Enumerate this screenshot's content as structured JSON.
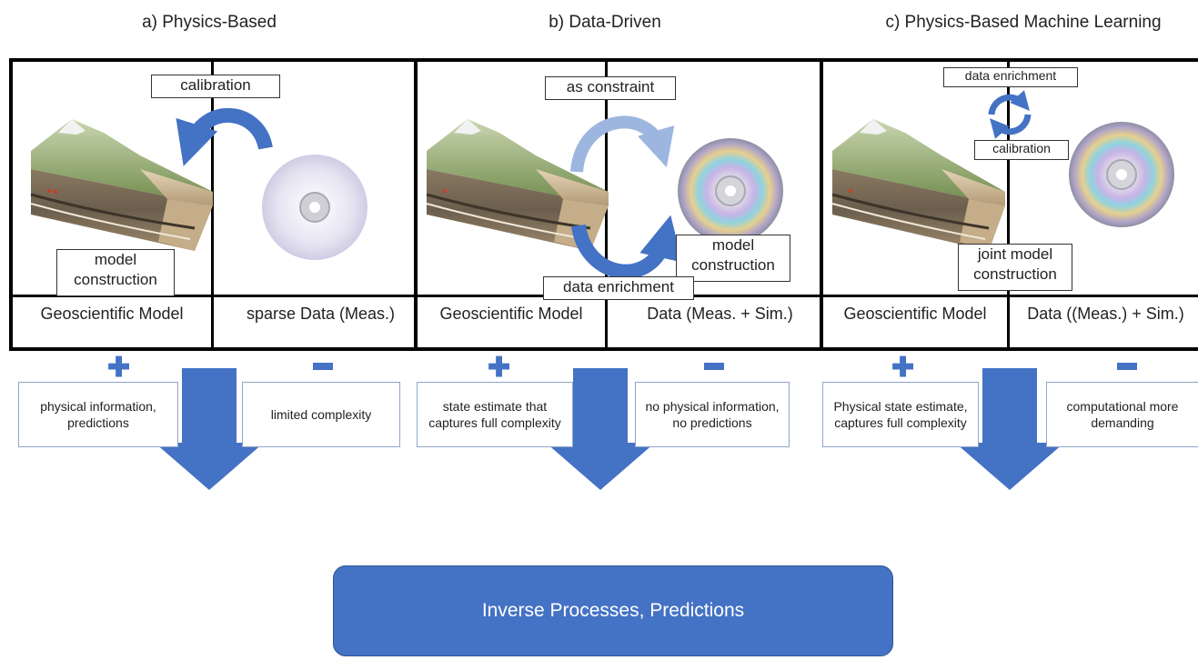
{
  "panels": [
    {
      "title": "a) Physics-Based",
      "label_top": "calibration",
      "label_bottom": "model construction",
      "left_footer": "Geoscientific Model",
      "right_footer": "sparse Data (Meas.)",
      "plus_note": "physical information, predictions",
      "minus_note": "limited complexity"
    },
    {
      "title": "b) Data-Driven",
      "label_top": "as constraint",
      "label_mid": "model construction",
      "label_bottom": "data enrichment",
      "left_footer": "Geoscientific Model",
      "right_footer": "Data (Meas. + Sim.)",
      "plus_note": "state estimate that captures full complexity",
      "minus_note": "no physical information, no predictions"
    },
    {
      "title": "c) Physics-Based Machine Learning",
      "label_top": "data enrichment",
      "label_mid": "calibration",
      "label_bottom": "joint model construction",
      "left_footer": "Geoscientific Model",
      "right_footer": "Data ((Meas.) + Sim.)",
      "plus_note": "Physical state estimate, captures full complexity",
      "minus_note": "computational more demanding"
    }
  ],
  "result": "Inverse Processes, Predictions",
  "colors": {
    "accent": "#4472c4",
    "light_accent": "#9db6e0"
  },
  "icons": [
    "geology-block-icon",
    "disc-icon",
    "plus-icon",
    "minus-icon",
    "down-arrow-icon",
    "curved-arrow-icon"
  ]
}
